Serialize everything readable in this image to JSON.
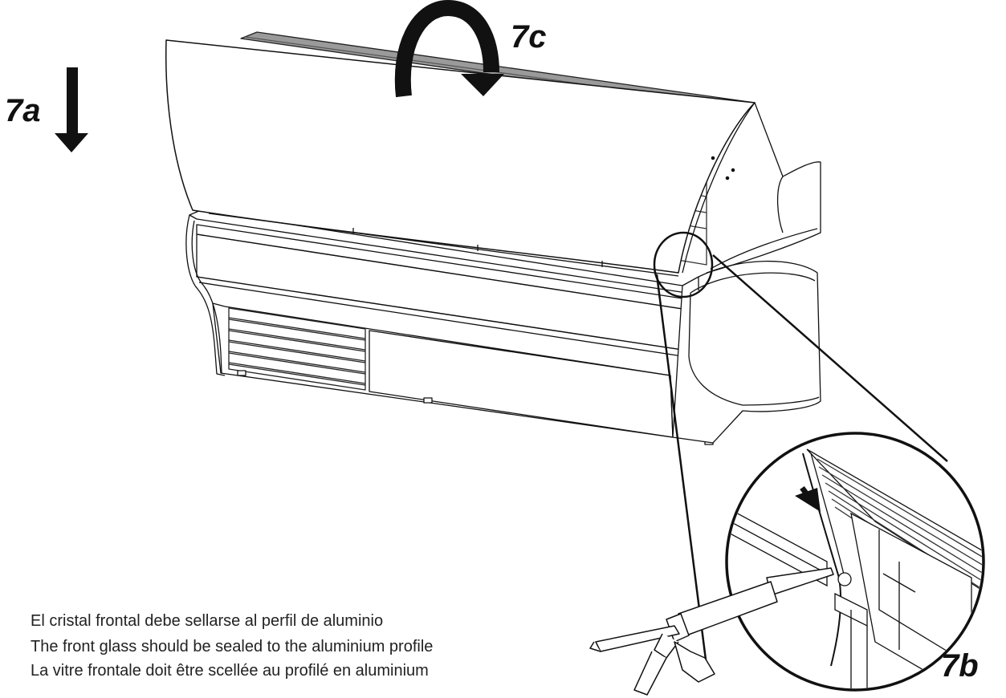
{
  "labels": {
    "step_7a": "7a",
    "step_7b": "7b",
    "step_7c": "7c"
  },
  "captions": {
    "es": "El cristal frontal debe sellarse al perfil de aluminio",
    "en": "The front glass should be sealed to the aluminium profile",
    "fr": "La vitre frontale doit être scellée au profilé en aluminium"
  },
  "colors": {
    "ink": "#111111",
    "background": "#ffffff"
  }
}
